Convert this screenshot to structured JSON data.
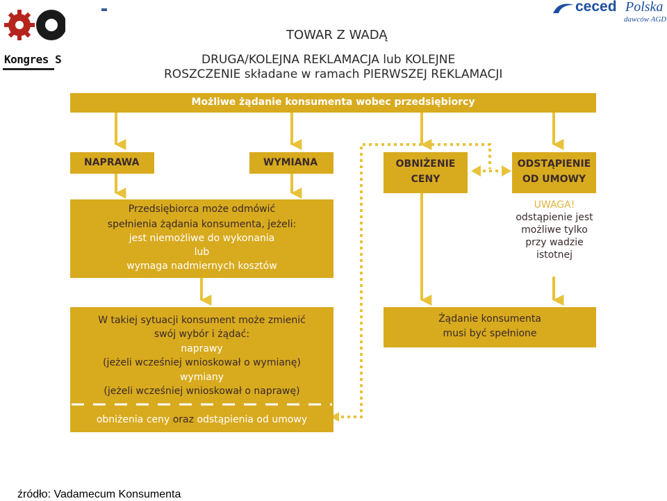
{
  "header": {
    "left_logo_text": "Kongres S",
    "right_logo_brand": "ceced",
    "right_logo_brand2": "Polska",
    "right_logo_sub": "dawców AGD"
  },
  "title": {
    "line1": "TOWAR Z WADĄ",
    "line2": "DRUGA/KOLEJNA REKLAMACJA lub KOLEJNE",
    "line3": "ROSZCZENIE składane w ramach PIERWSZEJ REKLAMACJI"
  },
  "top_box": {
    "label": "Możliwe żądanie konsumenta wobec przedsiębiorcy"
  },
  "options": {
    "naprawa": "NAPRAWA",
    "wymiana": "WYMIANA",
    "obnizenie_l1": "OBNIŻENIE",
    "obnizenie_l2": "CENY",
    "odstapienie_l1": "ODSTĄPIENIE",
    "odstapienie_l2": "OD UMOWY"
  },
  "refuse_box": {
    "l1": "Przedsiębiorca może odmówić",
    "l2": "spełnienia żądania konsumenta, jeżeli:",
    "l3": "jest niemożliwe do wykonania",
    "l4": "lub",
    "l5": "wymaga nadmiernych kosztów"
  },
  "warning": {
    "l1": "UWAGA!",
    "l2": "odstąpienie jest",
    "l3": "możliwe tylko",
    "l4": "przy wadzie",
    "l5": "istotnej"
  },
  "change_box": {
    "l1": "W takiej sytuacji konsument może zmienić",
    "l2": "swój wybór i żądać:",
    "l3": "naprawy",
    "l4": "(jeżeli wcześniej wnioskował o wymianę)",
    "l5": "wymiany",
    "l6": "(jeżeli wcześniej wnioskował o naprawę)",
    "bottom_a": "obniżenia ceny",
    "bottom_b": " oraz ",
    "bottom_c": "odstąpienia od umowy"
  },
  "must_box": {
    "l1": "Żądanie konsumenta",
    "l2": "musi być spełnione"
  },
  "source": "źródło: Vadamecum Konsumenta",
  "colors": {
    "box": "#d8aa1e",
    "arrow": "#e8c23a",
    "dark_text": "#3a2a2a",
    "white_text": "#ffffff"
  }
}
